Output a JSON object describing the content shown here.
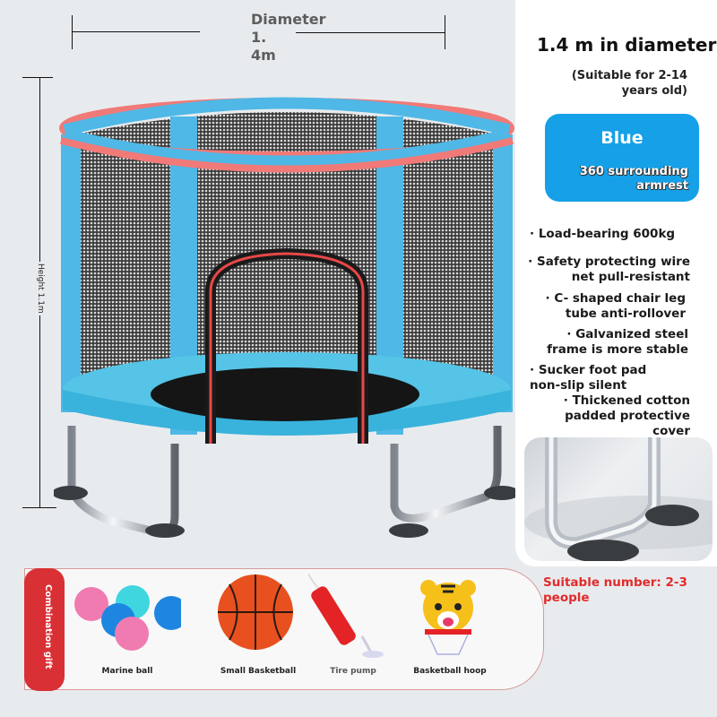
{
  "dimensions": {
    "diameter_label": "Diameter 1. 4m",
    "diameter_line1": "Diameter 1.",
    "diameter_line2": "4m",
    "height_label": "Height 1.1m"
  },
  "product": {
    "title": "1.4 m in diameter",
    "age_line1": "(Suitable for 2-14",
    "age_line2": "years old)",
    "color_option": {
      "name": "Blue",
      "desc_line1": "360 surrounding",
      "desc_line2": "armrest",
      "color": "#15a0e8"
    }
  },
  "features": [
    {
      "line1": "· Load-bearing 600kg",
      "line2": ""
    },
    {
      "line1": "· Safety protecting wire",
      "line2": "net pull-resistant"
    },
    {
      "line1": "· C- shaped chair leg",
      "line2": "tube anti-rollover"
    },
    {
      "line1": "· Galvanized steel",
      "line2": "frame is more stable"
    },
    {
      "line1": "· Sucker foot pad",
      "line2": "non-slip silent"
    },
    {
      "line1": "· Thickened cotton",
      "line2": "padded protective",
      "line3": "cover"
    }
  ],
  "suitable_number": "Suitable number: 2-3 people",
  "gift": {
    "tab_label": "Combination gift",
    "items": [
      {
        "label": "Marine ball",
        "icon": "ball-pit-balls-icon"
      },
      {
        "label": "Small Basketball",
        "icon": "basketball-icon"
      },
      {
        "label": "Tire pump",
        "icon": "hand-pump-icon"
      },
      {
        "label": "Basketball hoop",
        "icon": "tiger-hoop-icon"
      }
    ]
  },
  "colors": {
    "background": "#e8ebee",
    "frame_blue": "#4fb8e6",
    "padding_pink": "#f07a78",
    "accent_red": "#e22b2b",
    "gift_tab_red": "#d83035"
  }
}
